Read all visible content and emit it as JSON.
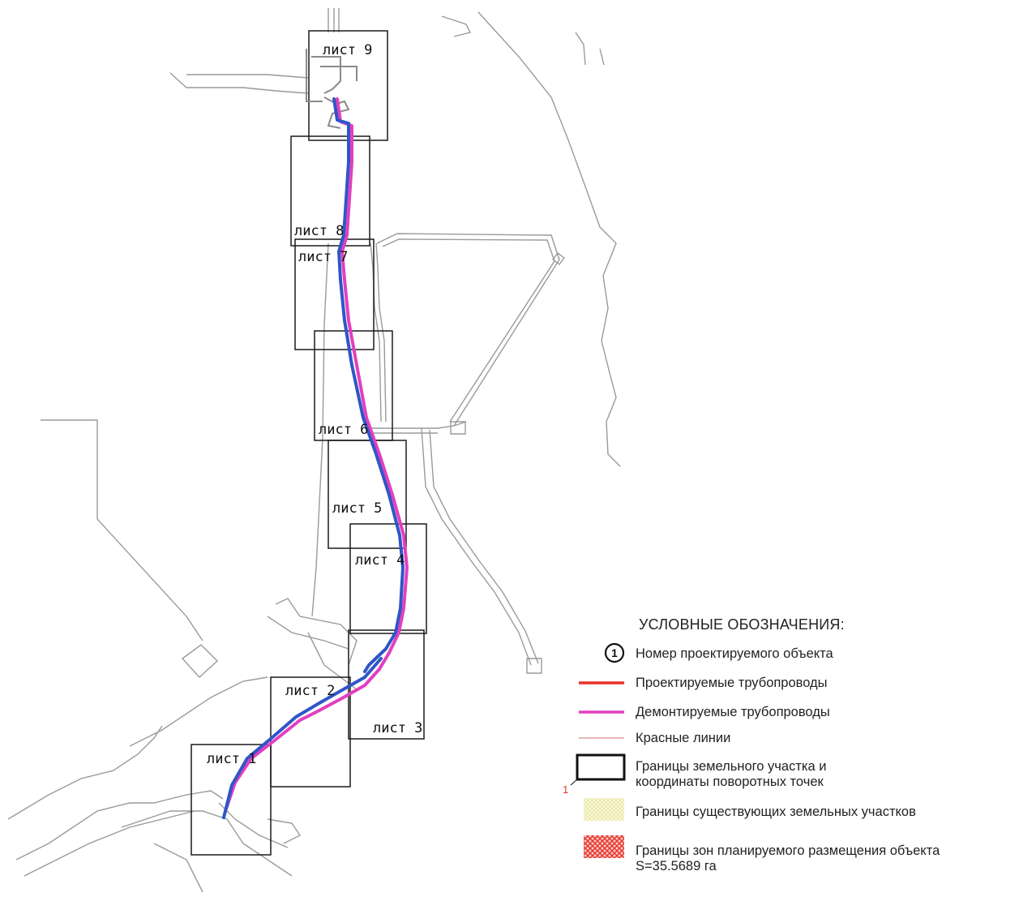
{
  "sheets": [
    {
      "label": "лист 1"
    },
    {
      "label": "лист 2"
    },
    {
      "label": "лист 3"
    },
    {
      "label": "лист 4"
    },
    {
      "label": "лист 5"
    },
    {
      "label": "лист 6"
    },
    {
      "label": "лист 7"
    },
    {
      "label": "лист 8"
    },
    {
      "label": "лист 9"
    }
  ],
  "legend": {
    "title": "УСЛОВНЫЕ ОБОЗНАЧЕНИЯ:",
    "items": [
      {
        "symbol": "number-circle",
        "symbol_text": "1",
        "label": "Номер проектируемого объекта"
      },
      {
        "symbol": "red-line",
        "color": "#e8322a",
        "label": "Проектируемые трубопроводы"
      },
      {
        "symbol": "magenta-line",
        "color": "#e23fbf",
        "label": "Демонтируемые трубопроводы"
      },
      {
        "symbol": "thin-red-line",
        "color": "#d98a8a",
        "label": "Красные линии"
      },
      {
        "symbol": "black-rectangle",
        "marker_text": "1",
        "marker_color": "#e8322a",
        "label": "Границы земельного участка и координаты поворотных точек"
      },
      {
        "symbol": "yellow-hatch",
        "color": "#f2f0b0",
        "label": "Границы существующих земельных участков"
      },
      {
        "symbol": "red-crosshatch",
        "color": "#e8322a",
        "label": "Границы зон планируемого размещения объекта",
        "label_2": "S=35.5689 га"
      }
    ]
  },
  "colors": {
    "pipeline_blue": "#2f55c8",
    "pipeline_magenta": "#e23fbf",
    "base_lines": "#9a9a9a"
  }
}
